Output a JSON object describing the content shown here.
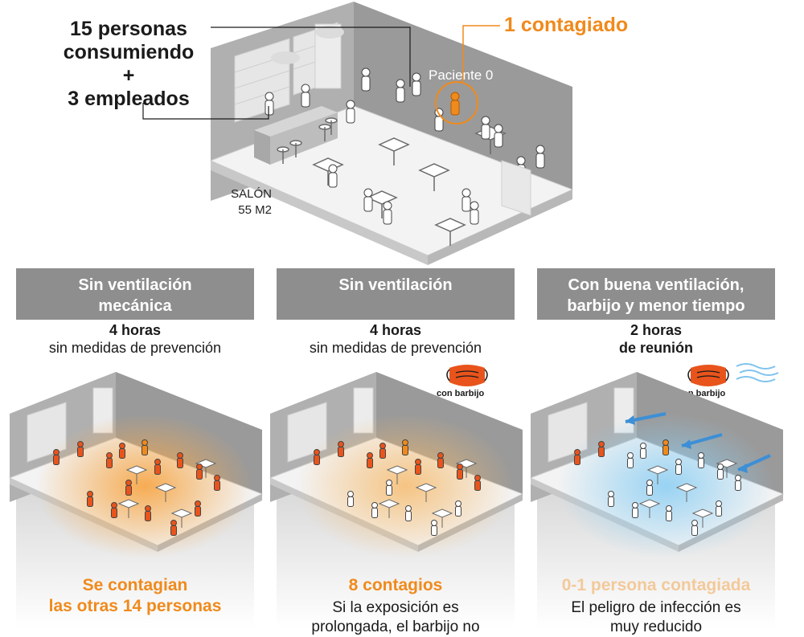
{
  "intro": {
    "line1": "15 personas",
    "line2": "consumiendo",
    "plus": "+",
    "line3": "3 empleados",
    "infected": "1 contagiado",
    "patient": "Paciente 0",
    "room_name": "SALÓN",
    "room_size": "55 M2"
  },
  "scenarios": [
    {
      "title_l1": "Sin ventilación",
      "title_l2": "mecánica",
      "duration": "4 horas",
      "measures": "sin medidas de prevención",
      "mask_label": "",
      "result_l1": "Se contagian",
      "result_l2": "las otras 14 personas",
      "desc_l1": "",
      "desc_l2": "",
      "infected_count": 14
    },
    {
      "title_l1": "Sin ventilación",
      "title_l2": "",
      "duration": "4 horas",
      "measures": "sin medidas de prevención",
      "mask_label": "con barbijo",
      "result_l1": "8 contagios",
      "result_l2": "",
      "desc_l1": "Si la exposición es",
      "desc_l2": "prolongada, el barbijo no",
      "infected_count": 8
    },
    {
      "title_l1": "Con buena ventilación,",
      "title_l2": "barbijo y menor tiempo",
      "duration": "2 horas",
      "measures": "de reunión",
      "mask_label": "con barbijo",
      "result_l1": "0-1 persona contagiada",
      "result_l2": "",
      "desc_l1": "El peligro de infección es",
      "desc_l2": "muy reducido",
      "infected_count": 1
    }
  ],
  "colors": {
    "banner": "#8e8e8e",
    "orange": "#f08a1c",
    "result_faded": "#f3c99a",
    "wall": "#a9a9a9",
    "floor": "#f2f2f2",
    "blue": "#7fc3ee"
  }
}
